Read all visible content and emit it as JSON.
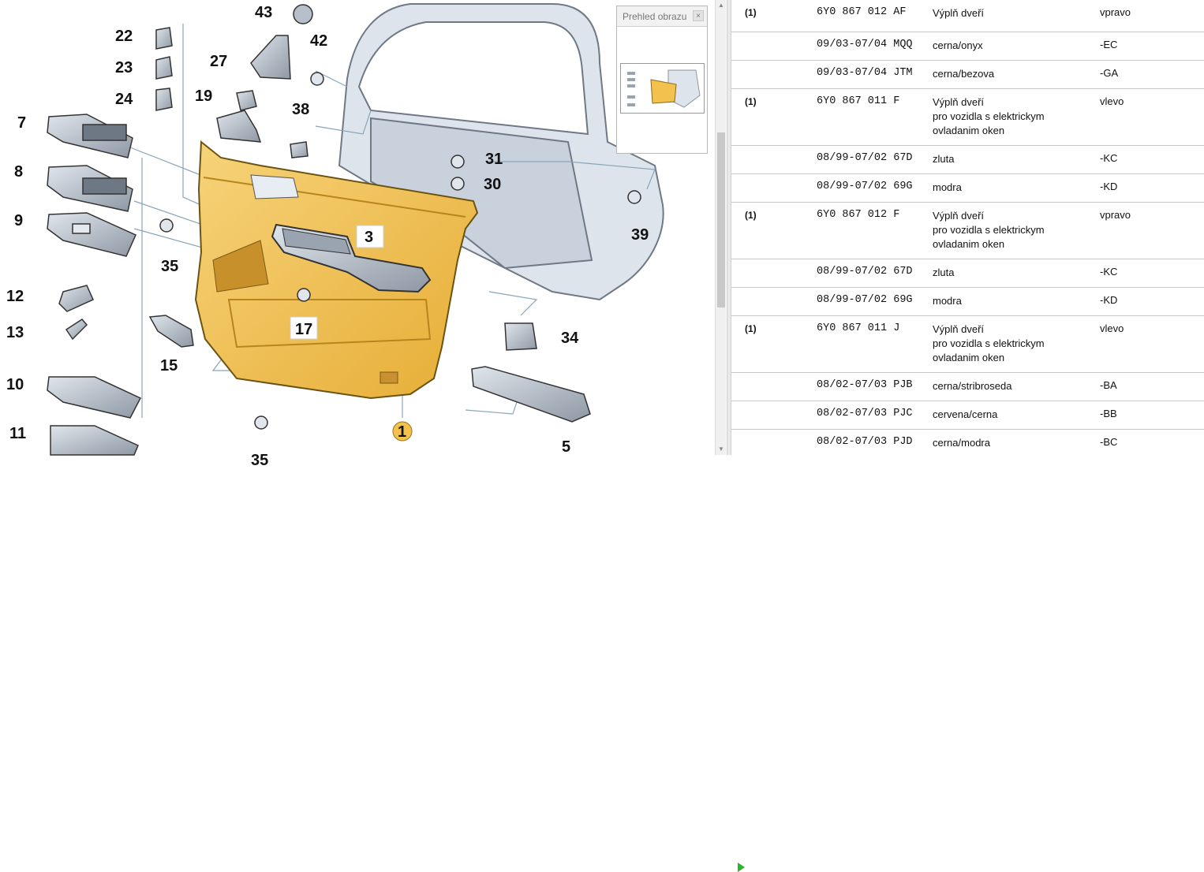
{
  "overview": {
    "title": "Prehled obrazu",
    "close": "×"
  },
  "diagram": {
    "labels": [
      "43",
      "22",
      "23",
      "24",
      "27",
      "42",
      "19",
      "38",
      "7",
      "8",
      "9",
      "31",
      "30",
      "39",
      "35",
      "3",
      "12",
      "13",
      "17",
      "15",
      "34",
      "10",
      "11",
      "1",
      "5",
      "35"
    ]
  },
  "parts": [
    {
      "qty": "(1)",
      "number": "6Y0 867 012 AF",
      "desc": "Výplň dveří",
      "note": "vpravo"
    },
    {
      "qty": "",
      "number": "09/03-07/04 MQQ",
      "desc": "cerna/onyx",
      "note": "-EC"
    },
    {
      "qty": "",
      "number": "09/03-07/04 JTM",
      "desc": "cerna/bezova",
      "note": "-GA"
    },
    {
      "qty": "(1)",
      "number": "6Y0 867 011 F",
      "desc": "Výplň dveří\npro vozidla s elektrickym\novladanim oken",
      "note": "vlevo"
    },
    {
      "qty": "",
      "number": "08/99-07/02 67D",
      "desc": "zluta",
      "note": "-KC"
    },
    {
      "qty": "",
      "number": "08/99-07/02 69G",
      "desc": "modra",
      "note": "-KD"
    },
    {
      "qty": "(1)",
      "number": "6Y0 867 012 F",
      "desc": "Výplň dveří\npro vozidla s elektrickym\novladanim oken",
      "note": "vpravo"
    },
    {
      "qty": "",
      "number": "08/99-07/02 67D",
      "desc": "zluta",
      "note": "-KC"
    },
    {
      "qty": "",
      "number": "08/99-07/02 69G",
      "desc": "modra",
      "note": "-KD"
    },
    {
      "qty": "(1)",
      "number": "6Y0 867 011 J",
      "desc": "Výplň dveří\npro vozidla s elektrickym\novladanim oken",
      "note": "vlevo"
    },
    {
      "qty": "",
      "number": "08/02-07/03 PJB",
      "desc": "cerna/stribroseda",
      "note": "-BA"
    },
    {
      "qty": "",
      "number": "08/02-07/03 PJC",
      "desc": "cervena/cerna",
      "note": "-BB"
    },
    {
      "qty": "",
      "number": "08/02-07/03 PJD",
      "desc": "cerna/modra",
      "note": "-BC"
    }
  ],
  "colors": {
    "panel": "#f2c14e",
    "panel_dark": "#d9a22a",
    "part_gray": "#b9c2cc",
    "door_frame": "#dde4ec",
    "marker": "#2bb52b",
    "badge": "#f2c14e"
  }
}
